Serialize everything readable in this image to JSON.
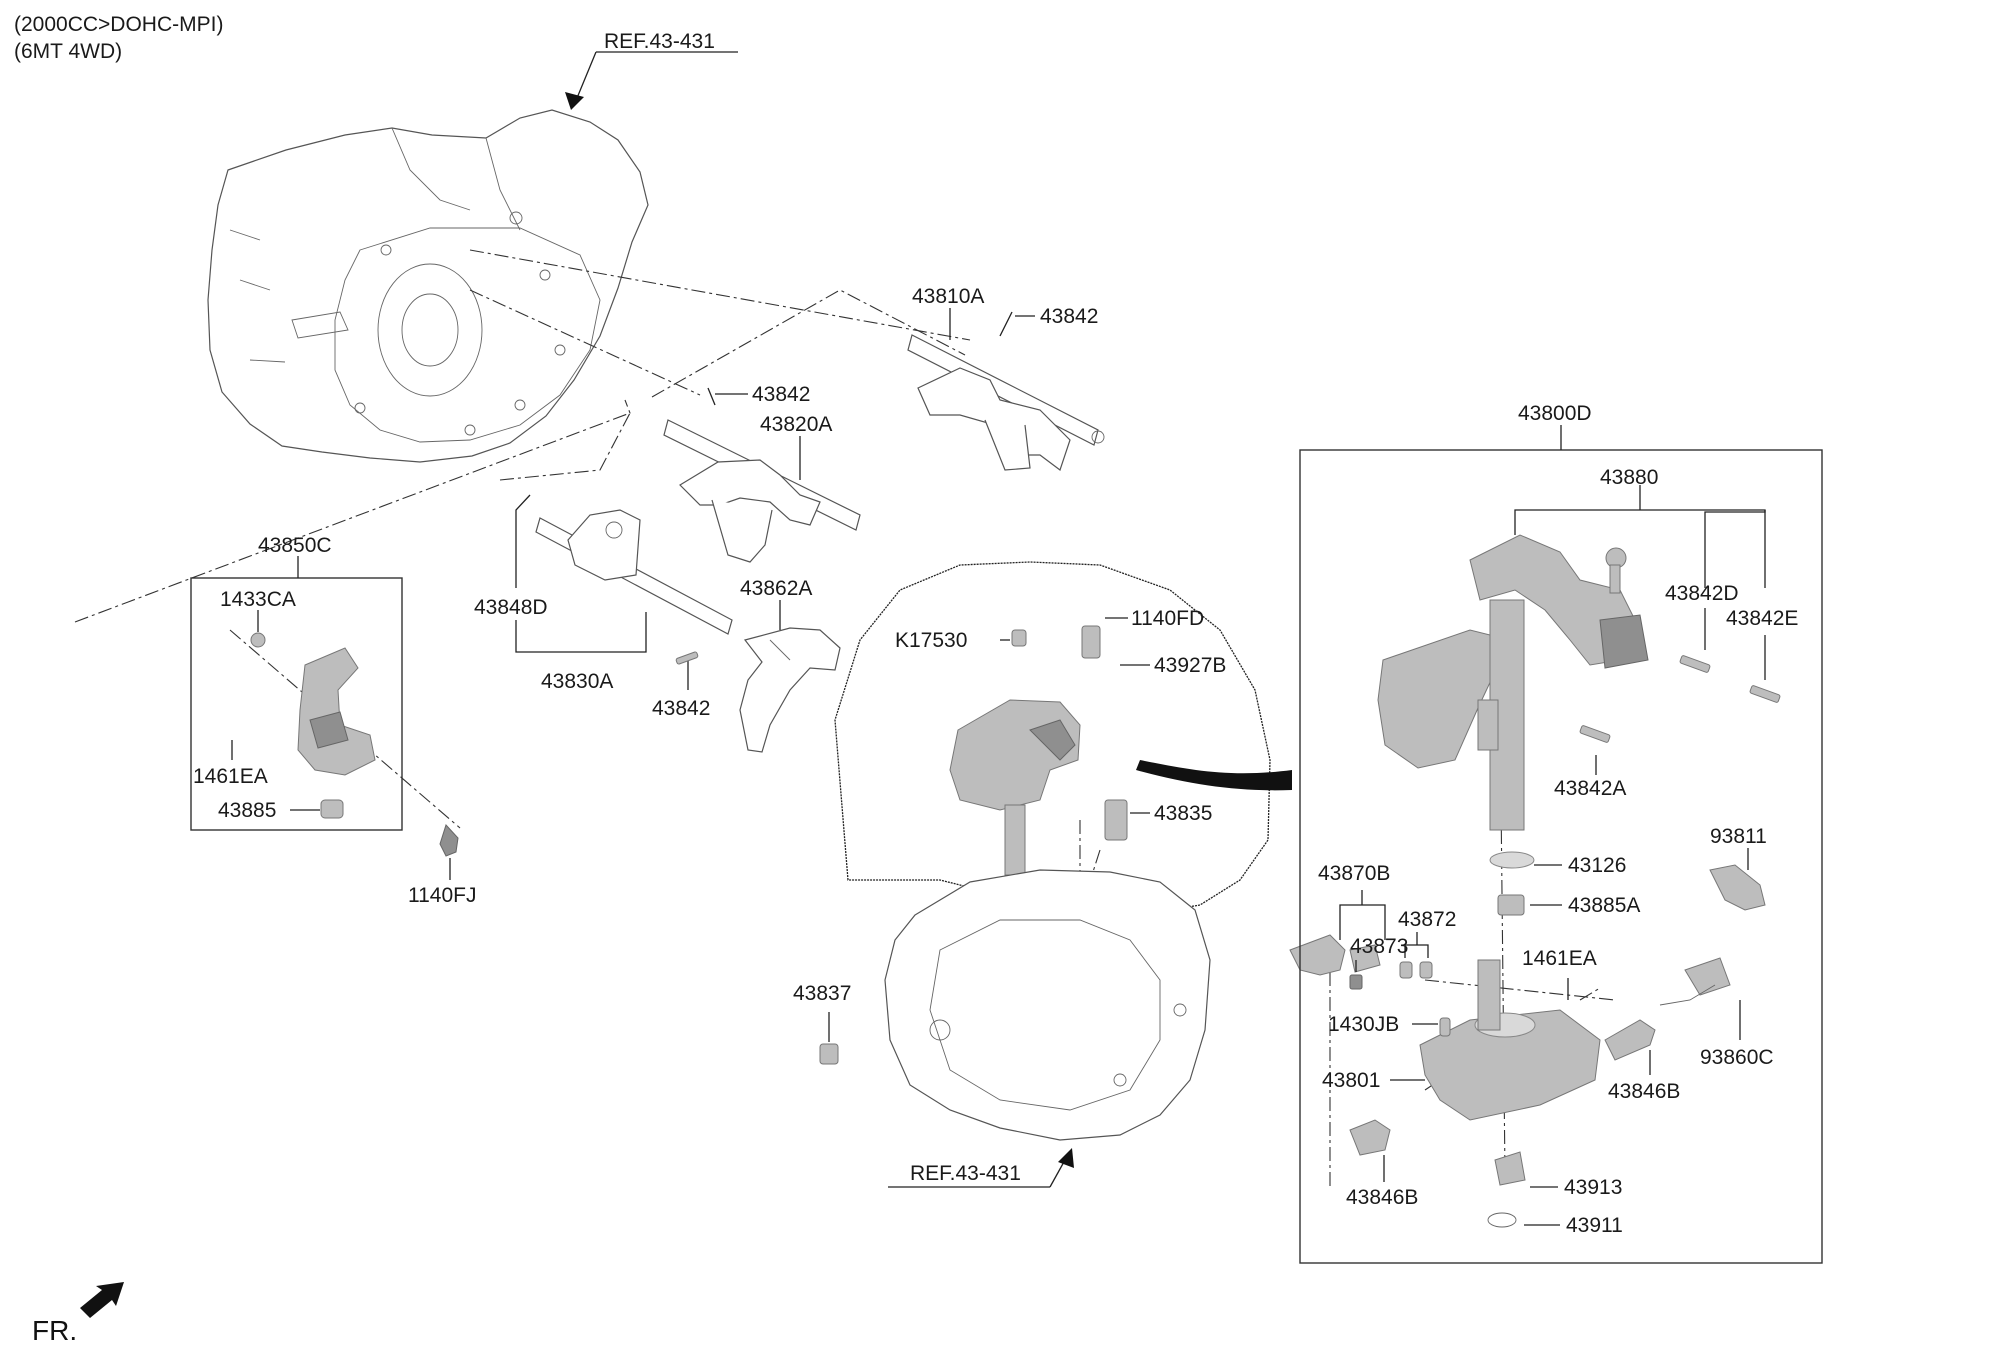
{
  "header": {
    "engine_spec": "(2000CC>DOHC-MPI)",
    "transmission_spec": "(6MT 4WD)"
  },
  "references": {
    "top": "REF.43-431",
    "bottom": "REF.43-431"
  },
  "direction_label": "FR.",
  "parts": {
    "p43810A": "43810A",
    "p43842_top": "43842",
    "p43842_mid": "43842",
    "p43820A": "43820A",
    "p43850C": "43850C",
    "p1433CA": "1433CA",
    "p1461EA_left": "1461EA",
    "p43885": "43885",
    "p1140FJ": "1140FJ",
    "p43848D": "43848D",
    "p43830A": "43830A",
    "p43862A": "43862A",
    "p43842_low": "43842",
    "pK17530": "K17530",
    "p1140FD": "1140FD",
    "p43927B": "43927B",
    "p43835": "43835",
    "p43837": "43837",
    "p43800D": "43800D",
    "p43880": "43880",
    "p43842D": "43842D",
    "p43842E": "43842E",
    "p43842A": "43842A",
    "p43126": "43126",
    "p43870B": "43870B",
    "p43872": "43872",
    "p43873": "43873",
    "p43885A": "43885A",
    "p93811": "93811",
    "p1461EA_right": "1461EA",
    "p1430JB": "1430JB",
    "p43801": "43801",
    "p93860C": "93860C",
    "p43846B_right": "43846B",
    "p43846B_left": "43846B",
    "p43913": "43913",
    "p43911": "43911"
  }
}
